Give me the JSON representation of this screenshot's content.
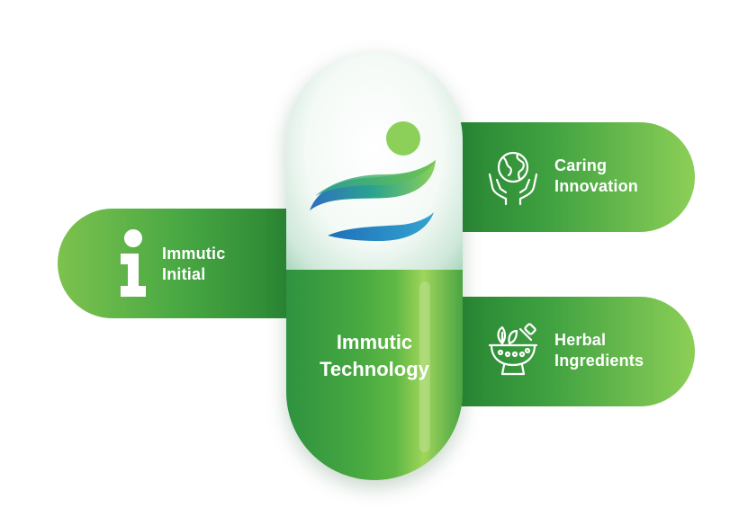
{
  "colors": {
    "brand_green_dark": "#1f7a2e",
    "brand_green": "#49a843",
    "brand_green_light": "#8ccf57",
    "logo_blue": "#2e6fc0",
    "logo_teal": "#2aa38f",
    "text_on_green": "#ffffff"
  },
  "capsule": {
    "label": "Immutic\nTechnology",
    "logo_icon": "leaf-wave-person-logo"
  },
  "tabs": [
    {
      "id": "left",
      "icon": "info-icon",
      "label": "Immutic\nInitial"
    },
    {
      "id": "top-right",
      "icon": "globe-in-hands-icon",
      "label": "Caring\nInnovation"
    },
    {
      "id": "bottom-right",
      "icon": "mortar-pestle-herbs-icon",
      "label": "Herbal\nIngredients"
    }
  ]
}
